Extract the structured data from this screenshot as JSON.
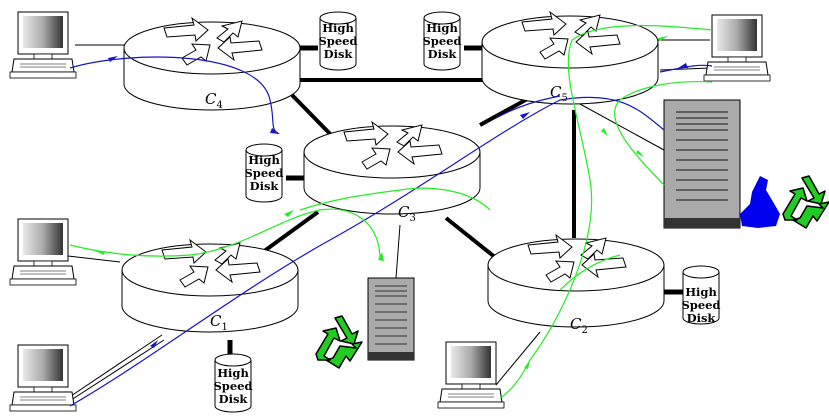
{
  "routers": [
    {
      "id": "C4",
      "letter": "C",
      "sub": "4"
    },
    {
      "id": "C5",
      "letter": "C",
      "sub": "5"
    },
    {
      "id": "C3",
      "letter": "C",
      "sub": "3"
    },
    {
      "id": "C1",
      "letter": "C",
      "sub": "1"
    },
    {
      "id": "C2",
      "letter": "C",
      "sub": "2"
    }
  ],
  "disk_label_lines": [
    "High",
    "Speed",
    "Disk"
  ],
  "colors": {
    "blue_path": "#1515c8",
    "green_path": "#22ee22",
    "recycle": "#22cc22",
    "mascot": "#0000ee"
  },
  "icons": [
    "computer-icon",
    "server-icon",
    "recycle-icon",
    "disk-icon",
    "router-icon"
  ]
}
